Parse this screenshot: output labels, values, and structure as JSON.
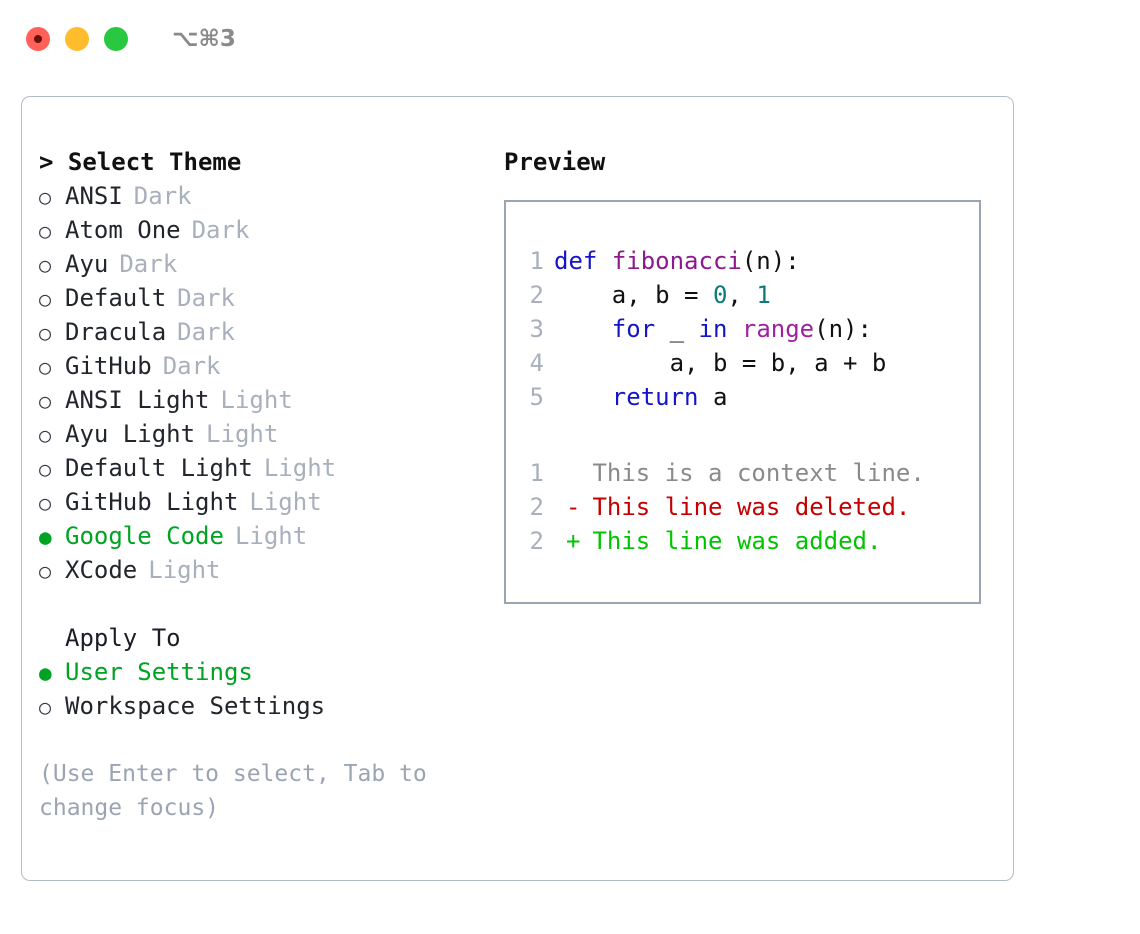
{
  "titlebar": {
    "shortcut": "⌥⌘3",
    "dots": [
      "close-red",
      "minimize-yellow",
      "maximize-green"
    ]
  },
  "left": {
    "heading": "> Select Theme",
    "themes": [
      {
        "bullet": "○",
        "name": "ANSI",
        "variant": "Dark",
        "selected": false
      },
      {
        "bullet": "○",
        "name": "Atom One",
        "variant": "Dark",
        "selected": false
      },
      {
        "bullet": "○",
        "name": "Ayu",
        "variant": "Dark",
        "selected": false
      },
      {
        "bullet": "○",
        "name": "Default",
        "variant": "Dark",
        "selected": false
      },
      {
        "bullet": "○",
        "name": "Dracula",
        "variant": "Dark",
        "selected": false
      },
      {
        "bullet": "○",
        "name": "GitHub",
        "variant": "Dark",
        "selected": false
      },
      {
        "bullet": "○",
        "name": "ANSI Light",
        "variant": "Light",
        "selected": false
      },
      {
        "bullet": "○",
        "name": "Ayu Light",
        "variant": "Light",
        "selected": false
      },
      {
        "bullet": "○",
        "name": "Default Light",
        "variant": "Light",
        "selected": false
      },
      {
        "bullet": "○",
        "name": "GitHub Light",
        "variant": "Light",
        "selected": false
      },
      {
        "bullet": "●",
        "name": "Google Code",
        "variant": "Light",
        "selected": true
      },
      {
        "bullet": "○",
        "name": "XCode",
        "variant": "Light",
        "selected": false
      }
    ],
    "apply_to_label": "Apply To",
    "apply_to": [
      {
        "bullet": "●",
        "name": "User Settings",
        "selected": true
      },
      {
        "bullet": "○",
        "name": "Workspace Settings",
        "selected": false
      }
    ],
    "hint": "(Use Enter to select, Tab to change focus)"
  },
  "right": {
    "preview_title": "Preview",
    "code_lines": [
      {
        "n": "1",
        "tokens": [
          {
            "t": "def",
            "c": "kw"
          },
          {
            "t": " ",
            "c": "plain"
          },
          {
            "t": "fibonacci",
            "c": "fn"
          },
          {
            "t": "(n):",
            "c": "plain"
          }
        ]
      },
      {
        "n": "2",
        "tokens": [
          {
            "t": "    a, b = ",
            "c": "plain"
          },
          {
            "t": "0",
            "c": "num"
          },
          {
            "t": ", ",
            "c": "plain"
          },
          {
            "t": "1",
            "c": "num"
          }
        ]
      },
      {
        "n": "3",
        "tokens": [
          {
            "t": "    ",
            "c": "plain"
          },
          {
            "t": "for",
            "c": "kw"
          },
          {
            "t": " _ ",
            "c": "plain"
          },
          {
            "t": "in",
            "c": "kw"
          },
          {
            "t": " ",
            "c": "plain"
          },
          {
            "t": "range",
            "c": "fn2"
          },
          {
            "t": "(n):",
            "c": "plain"
          }
        ]
      },
      {
        "n": "4",
        "tokens": [
          {
            "t": "        a, b = b, a + b",
            "c": "plain"
          }
        ]
      },
      {
        "n": "5",
        "tokens": [
          {
            "t": "    ",
            "c": "plain"
          },
          {
            "t": "return",
            "c": "kw"
          },
          {
            "t": " a",
            "c": "plain"
          }
        ]
      }
    ],
    "diff_lines": [
      {
        "n": "1",
        "marker": " ",
        "text": "This is a context line.",
        "kind": "context"
      },
      {
        "n": "2",
        "marker": "-",
        "text": "This line was deleted.",
        "kind": "del"
      },
      {
        "n": "2",
        "marker": "+",
        "text": "This line was added.",
        "kind": "add"
      }
    ]
  },
  "colors": {
    "selected_green": "#00a322",
    "muted": "#a8b0bc",
    "keyword": "#1515c7",
    "function": "#8d1a8d",
    "number": "#0c7b7b",
    "diff_delete": "#c40000",
    "diff_add": "#00c400",
    "border": "#b4bcc8"
  }
}
